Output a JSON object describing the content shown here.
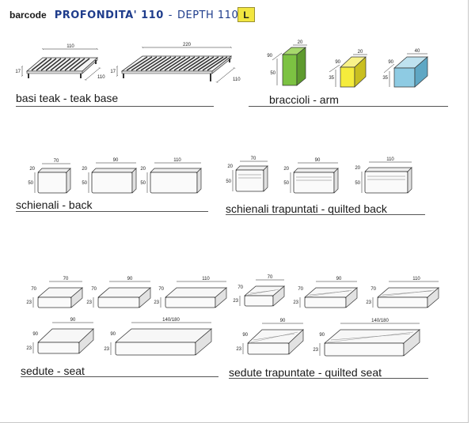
{
  "header": {
    "brand": "barcode",
    "title_main": "PROFONDITA' 110",
    "title_sep": "-",
    "title_sub": "DEPTH 110",
    "badge": "L"
  },
  "sections": {
    "basi": {
      "label": "basi teak - teak base"
    },
    "braccioli": {
      "label": "braccioli - arm"
    },
    "schienali": {
      "label": "schienali - back"
    },
    "schienali_trapuntati": {
      "label": "schienali trapuntati - quilted back"
    },
    "sedute": {
      "label": "sedute - seat"
    },
    "sedute_trapuntate": {
      "label": "sedute trapuntate - quilted seat"
    }
  },
  "dims": {
    "base1": {
      "w": "110",
      "h": "17",
      "d": "110"
    },
    "base2": {
      "w": "220",
      "h": "17",
      "d": "110"
    },
    "arm1": {
      "t": "20",
      "d": "90",
      "h": "50"
    },
    "arm2": {
      "t": "20",
      "d": "90",
      "h": "35"
    },
    "arm3": {
      "t": "40",
      "d": "90",
      "h": "35"
    },
    "back1": {
      "w": "70",
      "t": "20",
      "h": "50"
    },
    "back2": {
      "w": "90",
      "t": "20",
      "h": "50"
    },
    "back3": {
      "w": "110",
      "t": "20",
      "h": "50"
    },
    "qback1": {
      "w": "70",
      "t": "20",
      "h": "50"
    },
    "qback2": {
      "w": "90",
      "t": "20",
      "h": "50"
    },
    "qback3": {
      "w": "110",
      "t": "20",
      "h": "50"
    },
    "seat1": {
      "w": "70",
      "d": "70",
      "h": "23"
    },
    "seat2": {
      "w": "90",
      "d": "70",
      "h": "23"
    },
    "seat3": {
      "w": "110",
      "d": "70",
      "h": "23"
    },
    "seat4": {
      "w": "90",
      "d": "90",
      "h": "23"
    },
    "seat5": {
      "w": "140/180",
      "d": "90",
      "h": "23"
    },
    "qseat1": {
      "w": "70",
      "d": "70",
      "h": "23"
    },
    "qseat2": {
      "w": "90",
      "d": "70",
      "h": "23"
    },
    "qseat3": {
      "w": "110",
      "d": "70",
      "h": "23"
    },
    "qseat4": {
      "w": "90",
      "d": "90",
      "h": "23"
    },
    "qseat5": {
      "w": "140/180",
      "d": "90",
      "h": "23"
    }
  },
  "colors": {
    "arm_green": "#7cc242",
    "arm_yellow": "#f5ec3c",
    "arm_blue": "#8ecbe3",
    "title_blue": "#1f3d8c"
  }
}
